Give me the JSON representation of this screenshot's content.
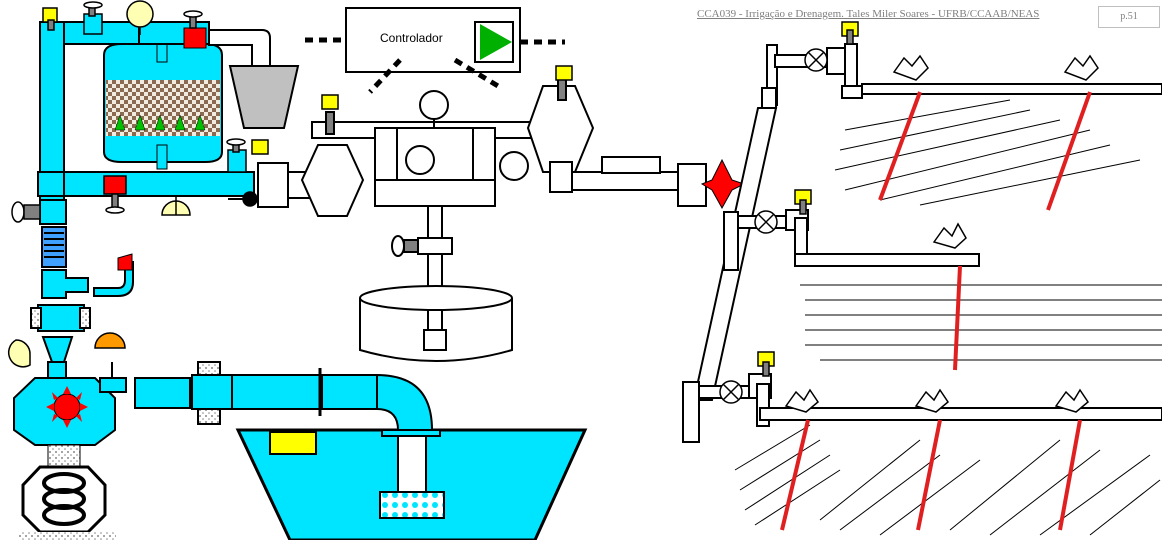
{
  "header": {
    "title": "CCA039 - Irrigação e Drenagem. Tales Miler Soares - UFRB/CCAAB/NEAS",
    "page": "p.51"
  },
  "diagram": {
    "controller_label": "Controlador"
  },
  "colors": {
    "pipe": "#00e5ff",
    "valve_red": "#ff0000",
    "gauge": "#ffffb3",
    "handle": "#ffff00",
    "water": "#00e5ff",
    "lateral": "#e02020",
    "play_button": "#00b000"
  }
}
